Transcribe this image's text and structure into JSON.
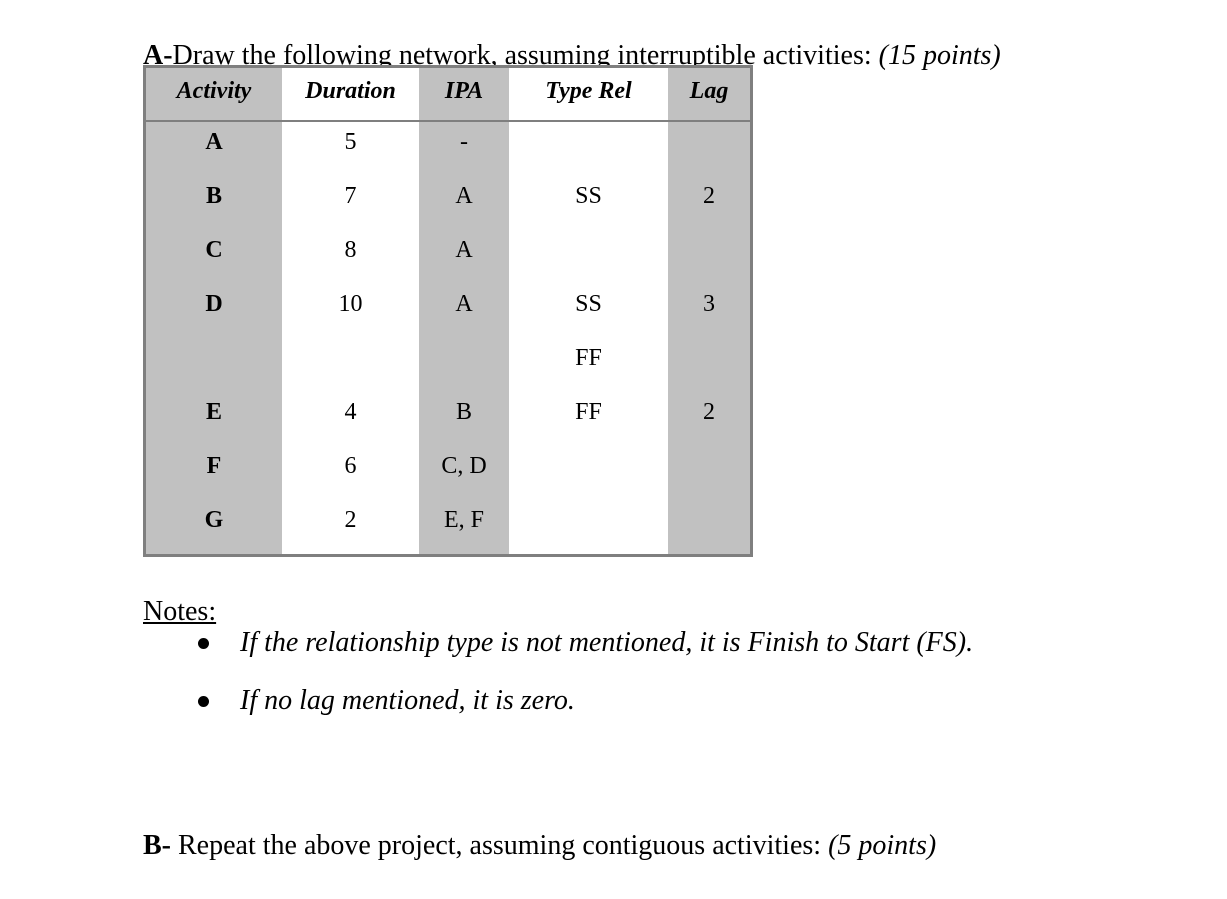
{
  "section_a": {
    "prefix": "A-",
    "text": "Draw the following network, assuming interruptible activities: ",
    "points": "(15 points)"
  },
  "table": {
    "headers": [
      "Activity",
      "Duration",
      "IPA",
      "Type Rel",
      "Lag"
    ],
    "rows": [
      [
        "A",
        "5",
        "-",
        "",
        ""
      ],
      [
        "B",
        "7",
        "A",
        "SS",
        "2"
      ],
      [
        "C",
        "8",
        "A",
        "",
        ""
      ],
      [
        "D",
        "10",
        "A",
        "SS",
        "3"
      ],
      [
        "",
        "",
        "",
        "FF",
        ""
      ],
      [
        "E",
        "4",
        "B",
        "FF",
        "2"
      ],
      [
        "F",
        "6",
        "C, D",
        "",
        ""
      ],
      [
        "G",
        "2",
        "E, F",
        "",
        ""
      ]
    ]
  },
  "notes": {
    "label": "Notes:",
    "items": [
      "If the relationship type is not mentioned, it is Finish to Start (FS).",
      "If no lag mentioned, it is zero."
    ]
  },
  "section_b": {
    "prefix": "B-",
    "text": " Repeat the above project, assuming contiguous activities: ",
    "points": "(5 points)"
  },
  "colors": {
    "table_shading": "#c1c1c1",
    "table_border": "#7f7f7f",
    "text": "#000000",
    "background": "#ffffff"
  }
}
